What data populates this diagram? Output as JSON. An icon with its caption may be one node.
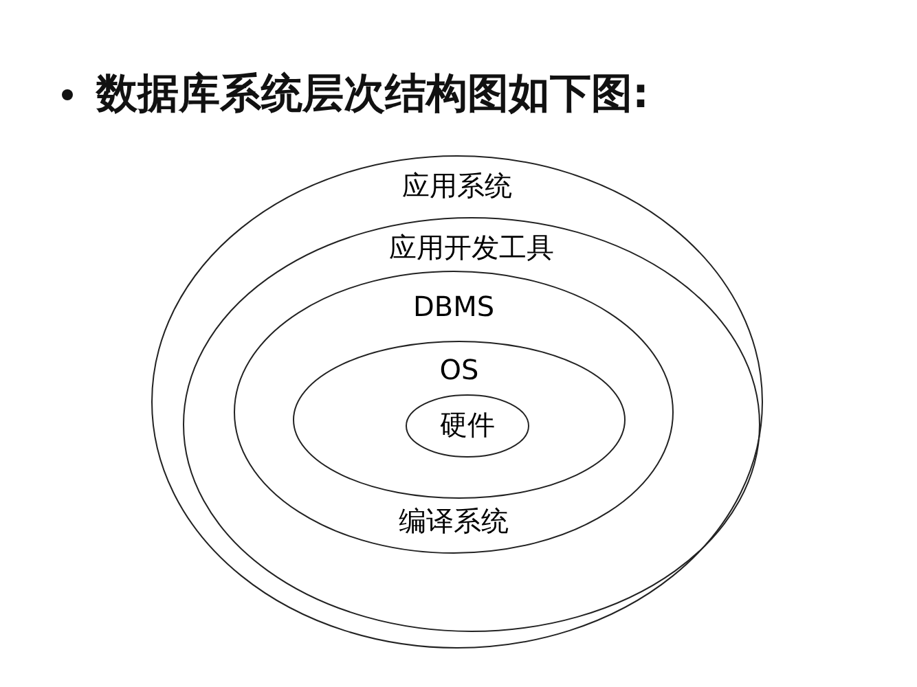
{
  "diagram": {
    "title": "数据库系统层次结构图如下图:",
    "nodes": [
      {
        "text": [
          "应用系统"
        ]
      },
      {
        "text": [
          "应用开发工具"
        ],
        "in": 0
      },
      {
        "text": [
          "DBMS",
          "编译系统"
        ],
        "in": 1
      },
      {
        "text": [
          "OS"
        ],
        "in": 2
      },
      {
        "text": [
          "硬件"
        ],
        "in": 3
      }
    ]
  }
}
